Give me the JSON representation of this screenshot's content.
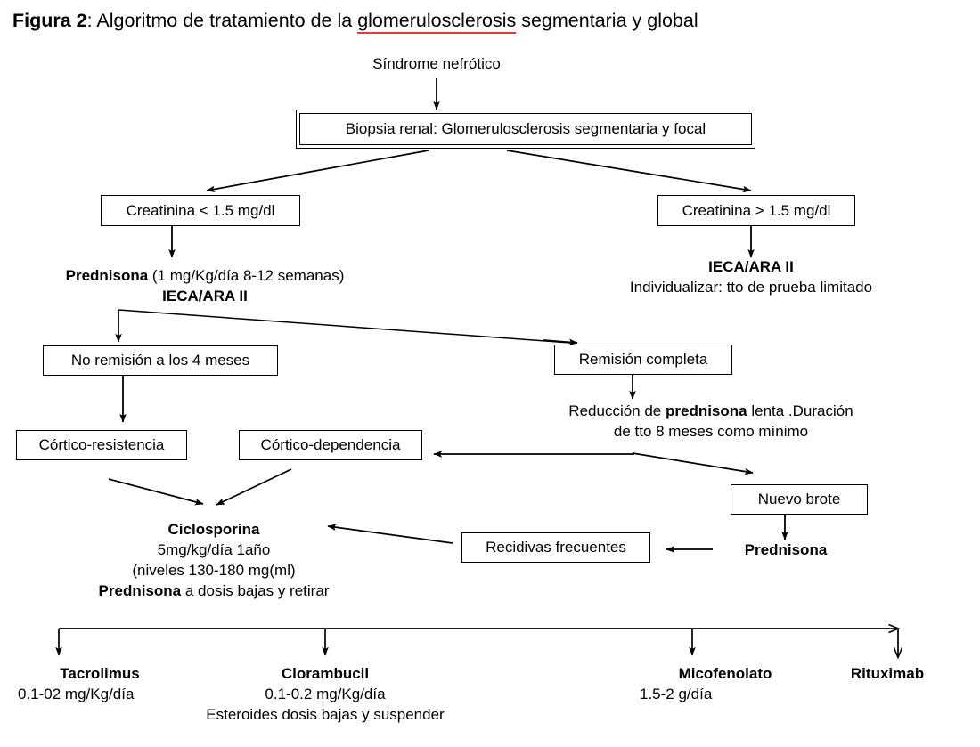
{
  "figure": {
    "label": "Figura 2",
    "separator": ": ",
    "title_before": "Algoritmo de tratamiento de la ",
    "title_flagged_word": "glomerulosclerosis",
    "title_after": " segmentaria y global"
  },
  "colors": {
    "background": "#ffffff",
    "stroke": "#000000",
    "text": "#000000",
    "spellcheck_underline": "#e03a3a"
  },
  "nodes": {
    "start": {
      "text": "Síndrome nefrótico"
    },
    "biopsy": {
      "text": "Biopsia renal: Glomerulosclerosis segmentaria y focal"
    },
    "creat_low": {
      "text": "Creatinina < 1.5 mg/dl"
    },
    "creat_high": {
      "text": "Creatinina > 1.5 mg/dl"
    },
    "treat_low": {
      "line1_bold": "Prednisona",
      "line1_rest": " (1 mg/Kg/día 8-12 semanas)",
      "line2_bold": "IECA/ARA II"
    },
    "treat_high": {
      "line1_bold": "IECA/ARA II",
      "line2": "Individualizar: tto de prueba limitado"
    },
    "no_remission": {
      "text": "No remisión a los 4 meses"
    },
    "full_remission": {
      "text": "Remisión completa"
    },
    "taper": {
      "line1_a": "Reducción  de ",
      "line1_bold": "prednisona",
      "line1_b": " lenta .Duración",
      "line2": "de tto 8 meses como mínimo"
    },
    "cortico_resistance": {
      "text": "Córtico-resistencia"
    },
    "cortico_dependence": {
      "text": "Córtico-dependencia"
    },
    "new_flare": {
      "text": "Nuevo brote"
    },
    "prednisone_flare": {
      "text": "Prednisona"
    },
    "frequent_relapses": {
      "text": "Recidivas frecuentes"
    },
    "ciclosporina": {
      "line1_bold": "Ciclosporina",
      "line2": "5mg/kg/día  1año",
      "line3": "(niveles 130-180 mg(ml)",
      "line4_bold": "Prednisona",
      "line4_rest": " a dosis bajas y retirar"
    }
  },
  "alternatives": [
    {
      "name": "Tacrolimus",
      "dose": "0.1-02 mg/Kg/día",
      "note": ""
    },
    {
      "name": "Clorambucil",
      "dose": "0.1-0.2 mg/Kg/día",
      "note": "Esteroides dosis bajas y suspender"
    },
    {
      "name": "Micofenolato",
      "dose": "1.5-2 g/día",
      "note": ""
    },
    {
      "name": "Rituximab",
      "dose": "",
      "note": ""
    }
  ]
}
